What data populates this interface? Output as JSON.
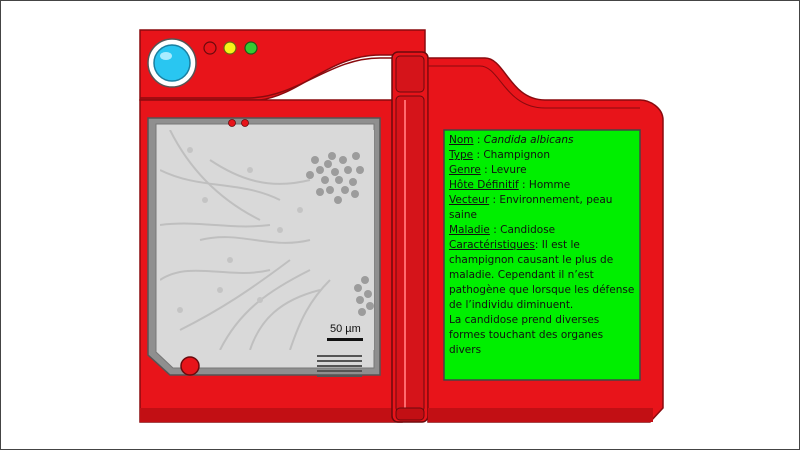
{
  "device": {
    "colors": {
      "body": "#e8141a",
      "body_dark": "#a8090f",
      "screen_bezel": "#9a9a9a",
      "screen_frame": "#d8d8d8",
      "info_screen": "#00ef00",
      "lens": "#29c6f1",
      "light_red": "#e8141a",
      "light_yellow": "#f7f31a",
      "light_green": "#36cc32"
    },
    "icons": [
      "blue-lens-icon",
      "red-light-icon",
      "yellow-light-icon",
      "green-light-icon",
      "hinge-icon",
      "speaker-grill-icon",
      "red-button-icon"
    ]
  },
  "microscope": {
    "image": "candida-albicans-micrograph",
    "scale_label": "50 µm"
  },
  "info": {
    "nom_key": "Nom",
    "nom_sep": " : ",
    "nom_value": "Candida albicans",
    "type_key": "Type",
    "type_sep": " : ",
    "type_value": "Champignon",
    "genre_key": "Genre",
    "genre_sep": " : ",
    "genre_value": "Levure",
    "hote_key": "Hôte Définitif",
    "hote_sep": " : ",
    "hote_value": "Homme",
    "vecteur_key": "Vecteur",
    "vecteur_sep": " : ",
    "vecteur_value": "Environnement, peau saine",
    "maladie_key": "Maladie",
    "maladie_sep": " : ",
    "maladie_value": "Candidose",
    "carac_key": "Caractéristiques",
    "carac_sep": ": ",
    "carac_value": "Il est le champignon causant le plus de maladie. Cependant il n’est pathogène que lorsque les défense de l’individu diminuent.",
    "carac_value_2": "La candidose prend diverses formes touchant des organes divers"
  }
}
